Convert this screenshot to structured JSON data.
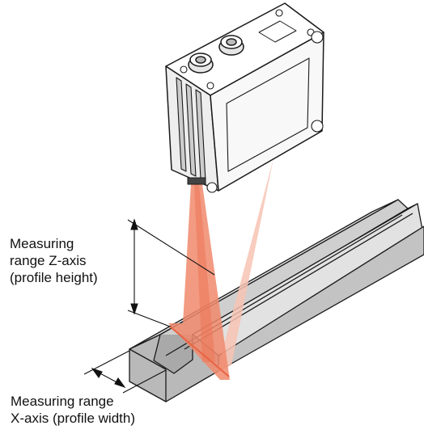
{
  "labels": {
    "z_axis": [
      "Measuring",
      "range Z-axis",
      "(profile height)"
    ],
    "x_axis": [
      "Measuring range",
      "X-axis (profile width)"
    ]
  },
  "colors": {
    "outline": "#1a1a1a",
    "sensor_top": "#ffffff",
    "sensor_front": "#eeeeee",
    "sensor_side": "#f7f7f7",
    "sensor_fins": "#c8c8c8",
    "laser_main": "#f08a6c",
    "laser_reflect": "#f7c3b3",
    "rail_top": "#d9d9d9",
    "rail_front": "#c4c4c4",
    "rail_end": "#b8b8b8"
  }
}
